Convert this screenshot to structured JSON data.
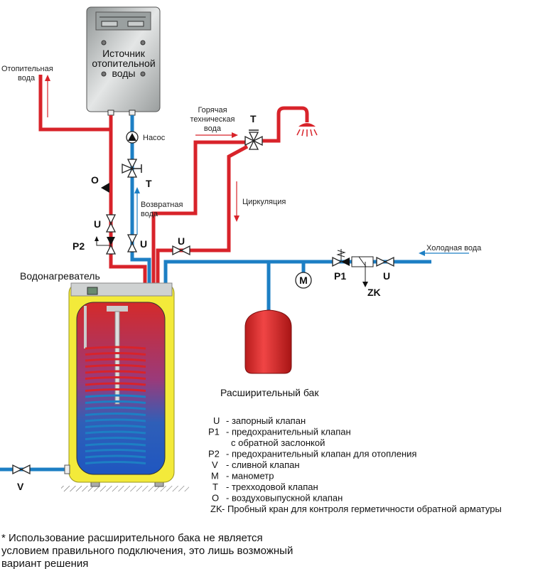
{
  "colors": {
    "hot": "#d8232a",
    "cold": "#1d7fc4",
    "tank_shell": "#f3ea3a",
    "boiler": "#b8bcbc"
  },
  "boiler": {
    "label_lines": [
      "Источник",
      "отопительной",
      "воды"
    ]
  },
  "labels": {
    "heating_water": [
      "Отопительная",
      "вода"
    ],
    "pump": "Насос",
    "return_water": [
      "Возвратная",
      "вода"
    ],
    "hot_water": [
      "Горячая",
      "техническая",
      "вода"
    ],
    "circulation": "Циркуляция",
    "cold_water": "Холодная вода",
    "water_heater": "Водонагреватель",
    "expansion_tank": "Расширительный бак"
  },
  "codes": {
    "O": "O",
    "U": "U",
    "P2": "P2",
    "T": "T",
    "P1": "P1",
    "ZK": "ZK",
    "M": "M",
    "V": "V"
  },
  "legend": [
    {
      "code": "U",
      "text": "- запорный клапан"
    },
    {
      "code": "P1",
      "text": "- предохранительный клапан"
    },
    {
      "code": "",
      "text": "с обратной заслонкой"
    },
    {
      "code": "P2",
      "text": "- предохранительный клапан для отопления"
    },
    {
      "code": "V",
      "text": "- сливной клапан"
    },
    {
      "code": "M",
      "text": "- манометр"
    },
    {
      "code": "T",
      "text": "- трехходовой клапан"
    },
    {
      "code": "O",
      "text": "- воздуховыпускной клапан"
    },
    {
      "code": "ZK",
      "text": "- Пробный кран для контроля герметичности обратной арматуры"
    }
  ],
  "footnote": [
    "* Использование расширительного бака не является",
    "условием правильного подключения, это лишь возможный",
    "вариант решения"
  ]
}
